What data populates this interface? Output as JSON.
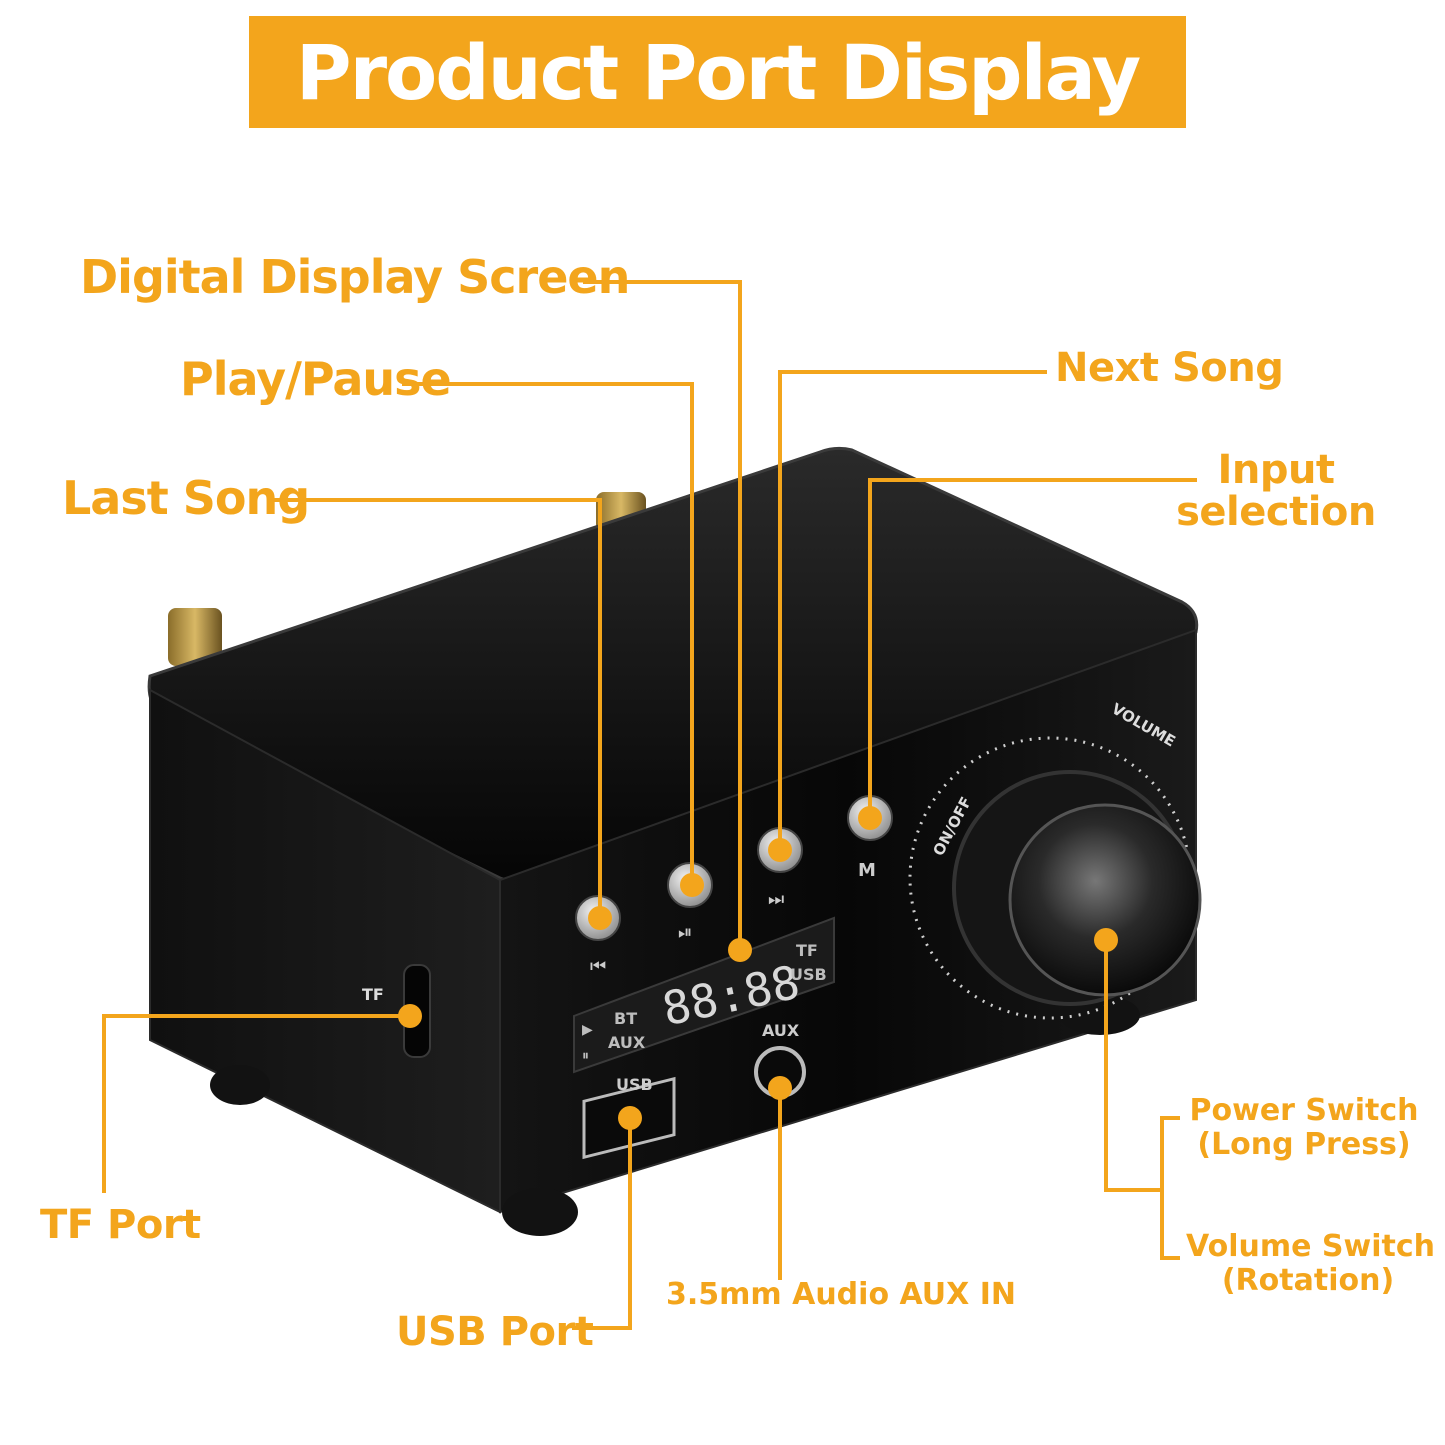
{
  "title": "Product Port Display",
  "labels": {
    "digital_display": "Digital Display  Screen",
    "play_pause": "Play/Pause",
    "last_song": "Last Song",
    "next_song": "Next Song",
    "input_selection_line1": "Input",
    "input_selection_line2": "selection",
    "tf_port": "TF Port",
    "usb_port": "USB Port",
    "aux_in": "3.5mm Audio AUX IN",
    "power_switch_line1": "Power Switch",
    "power_switch_line2": "(Long Press)",
    "volume_switch_line1": "Volume Switch",
    "volume_switch_line2": "(Rotation)"
  },
  "device": {
    "lcd_digits": "88:88",
    "lcd_bt": "BT",
    "lcd_aux": "AUX",
    "lcd_tf": "TF",
    "lcd_usb": "USB",
    "aux_jack_label": "AUX",
    "usb_jack_label": "USB",
    "tf_slot_label": "TF",
    "mode_button_label": "M",
    "knob_on_off": "ON/OFF",
    "knob_volume": "VOLUME"
  },
  "colors": {
    "accent": "#f3a51c",
    "device_body": "#0d0d0d"
  }
}
